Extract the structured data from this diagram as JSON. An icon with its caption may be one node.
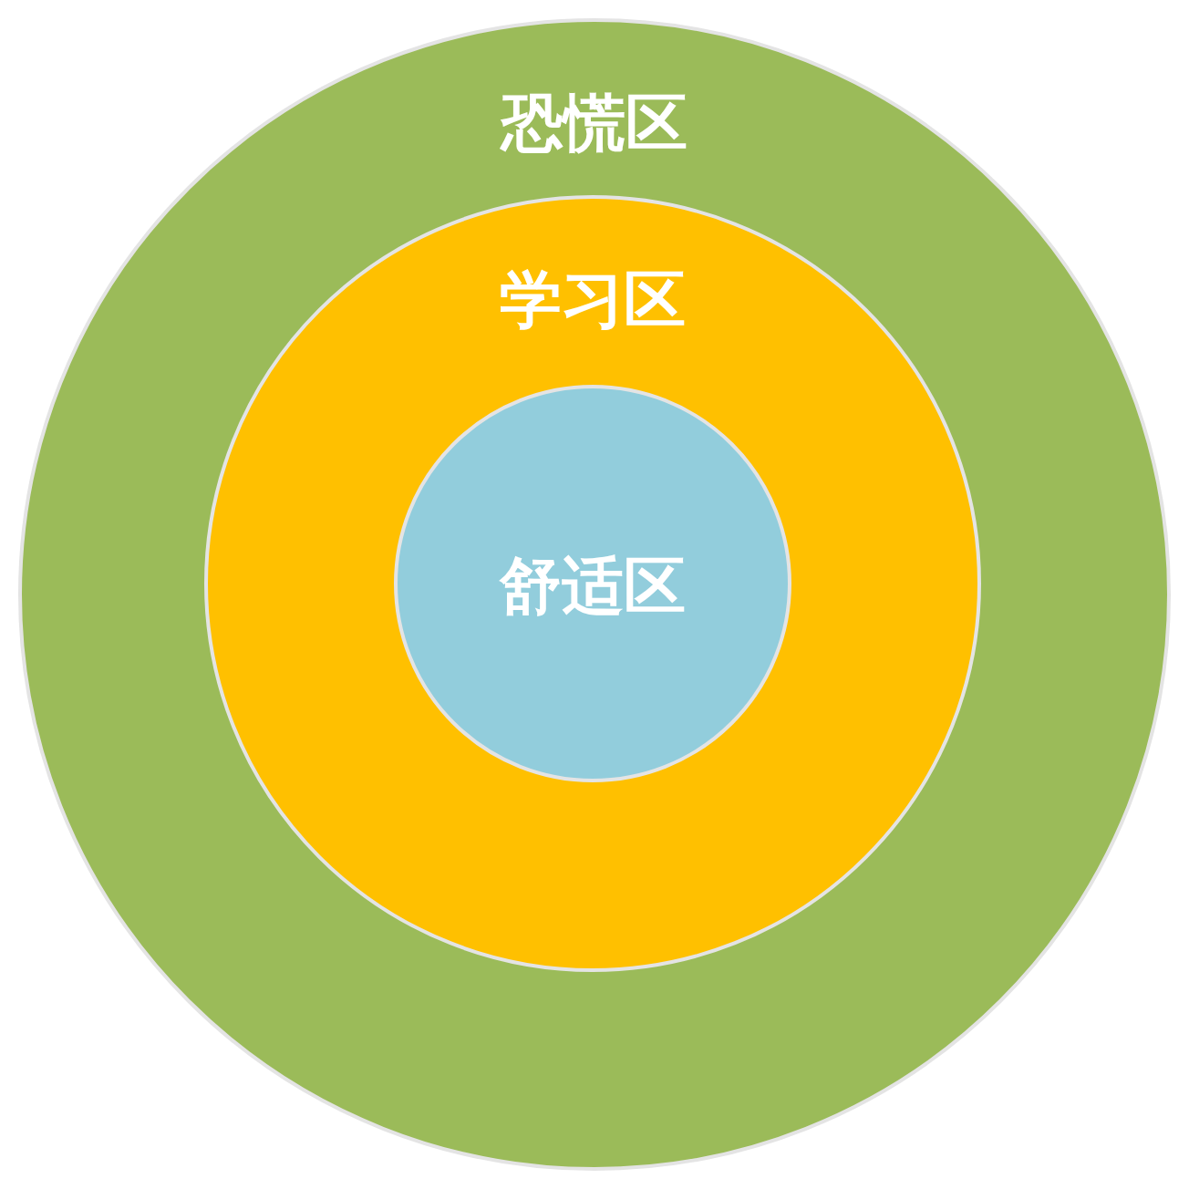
{
  "diagram": {
    "nodes": [
      {
        "text": [
          "恐慌区"
        ]
      },
      {
        "text": [
          "学习区"
        ],
        "in": 0
      },
      {
        "text": [
          "舒适区"
        ],
        "in": 1
      }
    ]
  }
}
